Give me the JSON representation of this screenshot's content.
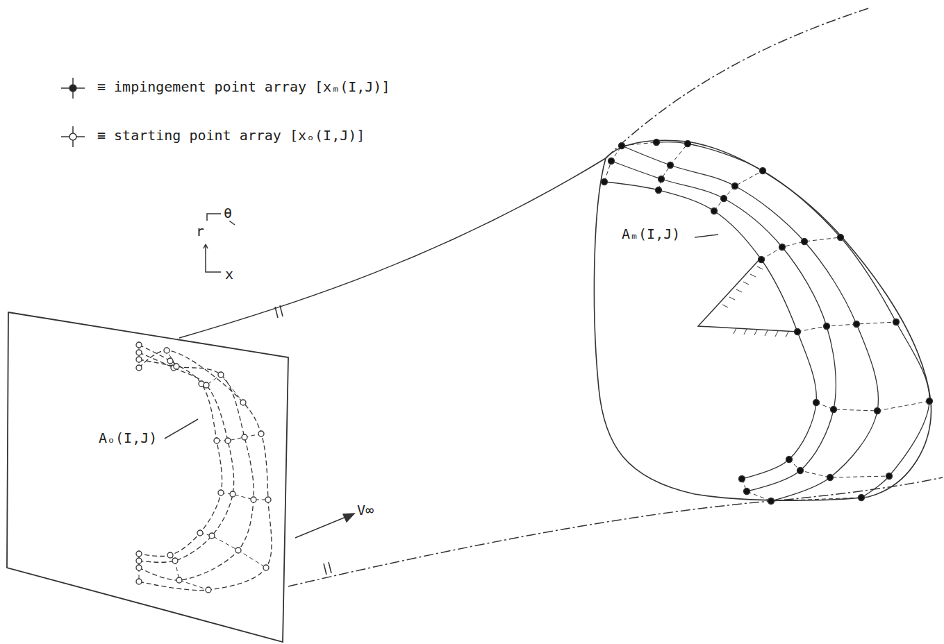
{
  "diagram": {
    "labels": [
      "r",
      "θ",
      "x",
      "Aₒ(I,J)",
      "Aₘ(I,J)",
      "V∞"
    ],
    "legend": [
      {
        "text": "≡ impingement point array [xₘ(I,J)]"
      },
      {
        "text": "≡ starting point array [xₒ(I,J)]"
      }
    ]
  }
}
